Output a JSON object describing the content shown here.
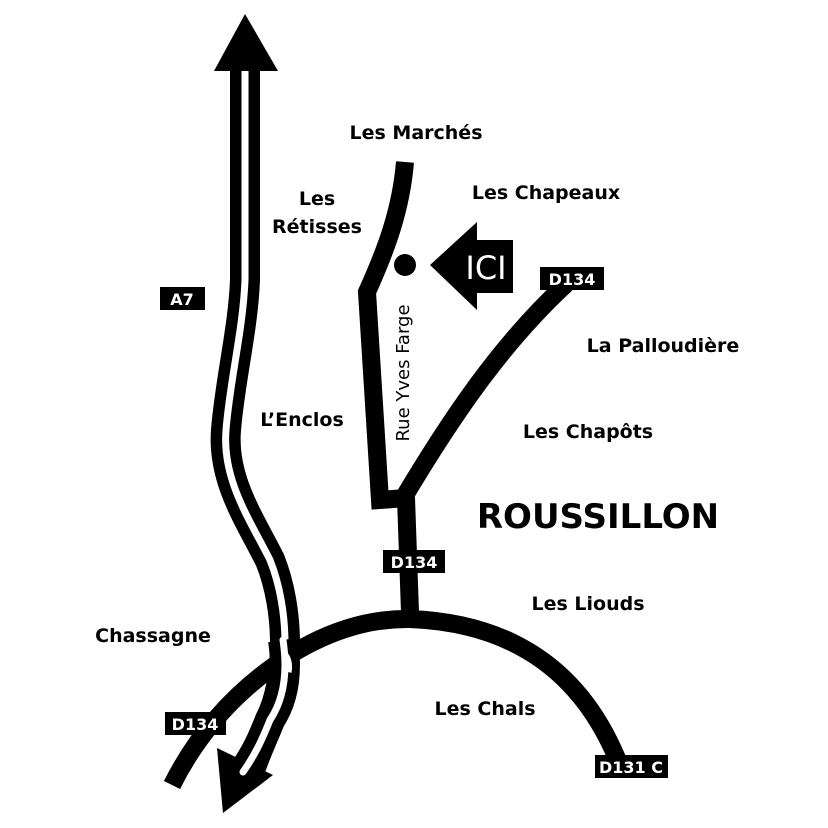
{
  "map": {
    "places": {
      "les_marches": "Les Marchés",
      "les_chapeaux": "Les Chapeaux",
      "les_retisses_1": "Les",
      "les_retisses_2": "Rétisses",
      "la_palloudiere": "La Palloudière",
      "l_enclos": "L’Enclos",
      "les_chapots": "Les Chapôts",
      "roussillon": "ROUSSILLON",
      "les_liouds": "Les Liouds",
      "chassagne": "Chassagne",
      "les_chals": "Les Chals"
    },
    "street": "Rue Yves Farge",
    "marker": "ICI",
    "roads": {
      "a7": "A7",
      "d134_ne": "D134",
      "d134_center": "D134",
      "d134_sw": "D134",
      "d131c": "D131 C"
    },
    "colors": {
      "ink": "#000000",
      "paper": "#ffffff"
    }
  }
}
